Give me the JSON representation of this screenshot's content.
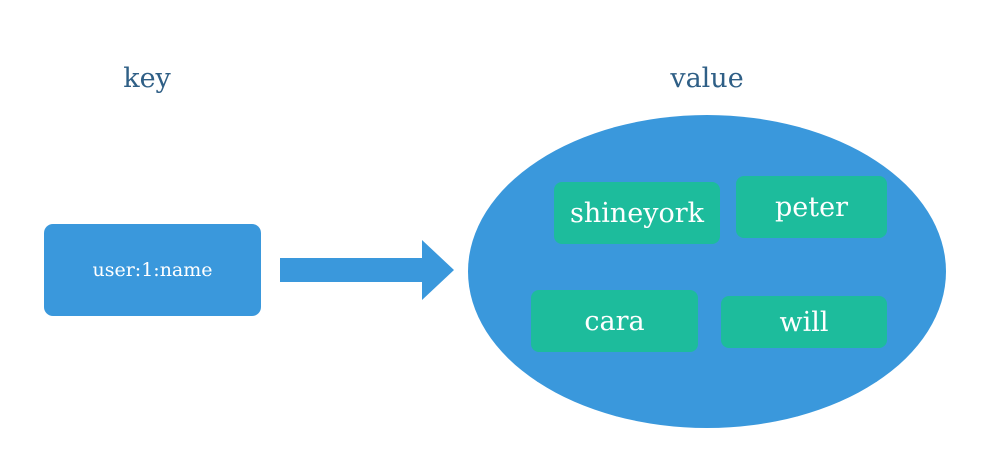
{
  "headings": {
    "key": "key",
    "value": "value"
  },
  "key_box": {
    "label": "user:1:name"
  },
  "value_set": {
    "members": [
      "shineyork",
      "peter",
      "cara",
      "will"
    ]
  },
  "colors": {
    "blue": "#3a98dc",
    "green": "#1dbc9c",
    "heading_text": "#2f5f86",
    "box_text": "#ffffff"
  }
}
